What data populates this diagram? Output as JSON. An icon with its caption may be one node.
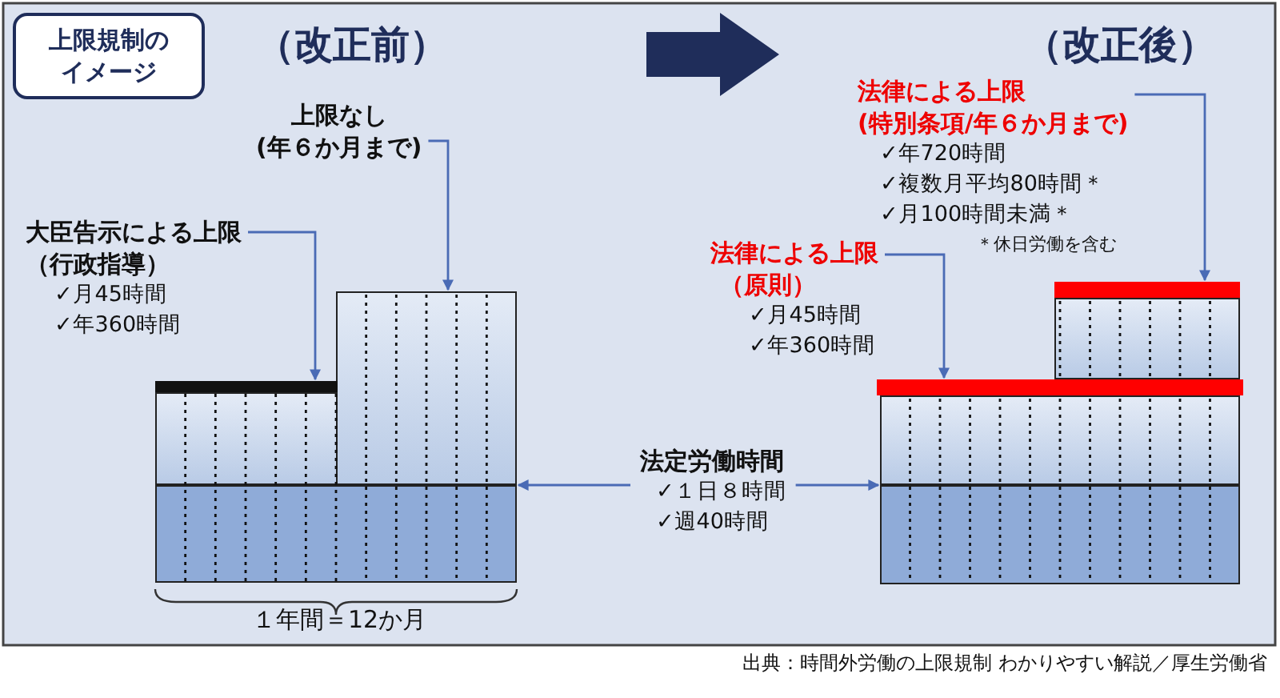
{
  "diagram": {
    "caption": "出典：時間外労働の上限規制 わかりやすい解説／厚生労働省",
    "nodes": [
      {
        "text": [
          "上限規制のイメージ"
        ]
      },
      {
        "text": [
          "上限なし",
          "(年６か月まで)"
        ]
      },
      {
        "text": [
          "大臣告示による上限",
          "（行政指導）",
          "✓月45時間",
          "✓年360時間"
        ]
      },
      {
        "text": [
          "法定労働時間",
          "✓１日８時間",
          "✓週40時間"
        ]
      },
      {
        "text": [
          "法律による上限",
          "(特別条項/年６か月まで)",
          "✓年720時間",
          "✓複数月平均80時間＊",
          "✓月100時間未満＊",
          "＊休日労働を含む"
        ]
      },
      {
        "text": [
          "法律による上限",
          "（原則）",
          "✓月45時間",
          "✓年360時間"
        ]
      },
      {
        "text": [],
        "shape": "bar"
      },
      {
        "text": [],
        "shape": "bar"
      },
      {
        "text": [],
        "shape": "bar"
      },
      {
        "text": [],
        "shape": "bar"
      },
      {
        "text": [],
        "shape": "bar"
      },
      {
        "text": [],
        "shape": "bar"
      },
      {
        "text": [],
        "shape": "bar"
      },
      {
        "text": [],
        "shape": "bar"
      },
      {
        "text": [],
        "shape": "bar"
      }
    ],
    "edges": [
      {
        "from": 1,
        "to": 6,
        "arrow": "to"
      },
      {
        "from": 2,
        "to": 7,
        "arrow": "to"
      },
      {
        "from": 3,
        "to": 8,
        "arrow": "to"
      },
      {
        "from": 3,
        "to": 11,
        "arrow": "to"
      },
      {
        "from": 4,
        "to": 9,
        "arrow": "to"
      },
      {
        "from": 5,
        "to": 10,
        "arrow": "to"
      }
    ],
    "labels": [
      "（改正前）",
      "（改正後）",
      "１年間＝12か月"
    ]
  }
}
